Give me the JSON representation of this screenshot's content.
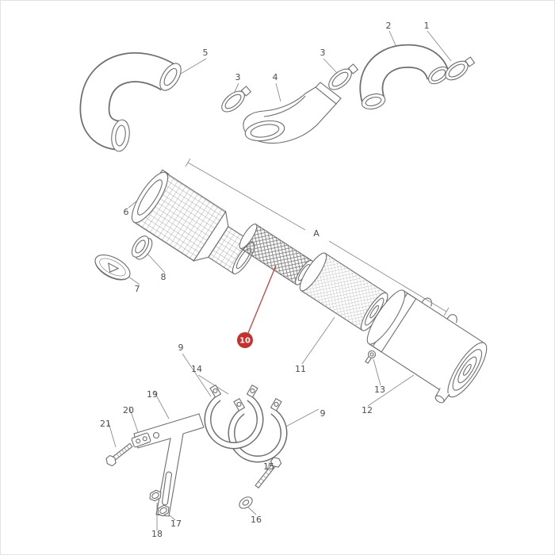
{
  "diagram": {
    "type": "exploded-parts-diagram",
    "background_color": "#ffffff",
    "line_color": "#6e6e6e",
    "accent_color": "#c8312b",
    "highlighted_callout": "10",
    "reference_dimension_label": "A"
  },
  "callouts": {
    "c1": "1",
    "c2": "2",
    "c3a": "3",
    "c3b": "3",
    "c4": "4",
    "c5": "5",
    "c6": "6",
    "c7": "7",
    "c8": "8",
    "c9a": "9",
    "c9b": "9",
    "c10": "10",
    "c11": "11",
    "c12": "12",
    "c13": "13",
    "c14": "14",
    "c15": "15",
    "c16": "16",
    "c17": "17",
    "c18": "18",
    "c19": "19",
    "c20": "20",
    "c21": "21",
    "ref": "A"
  }
}
